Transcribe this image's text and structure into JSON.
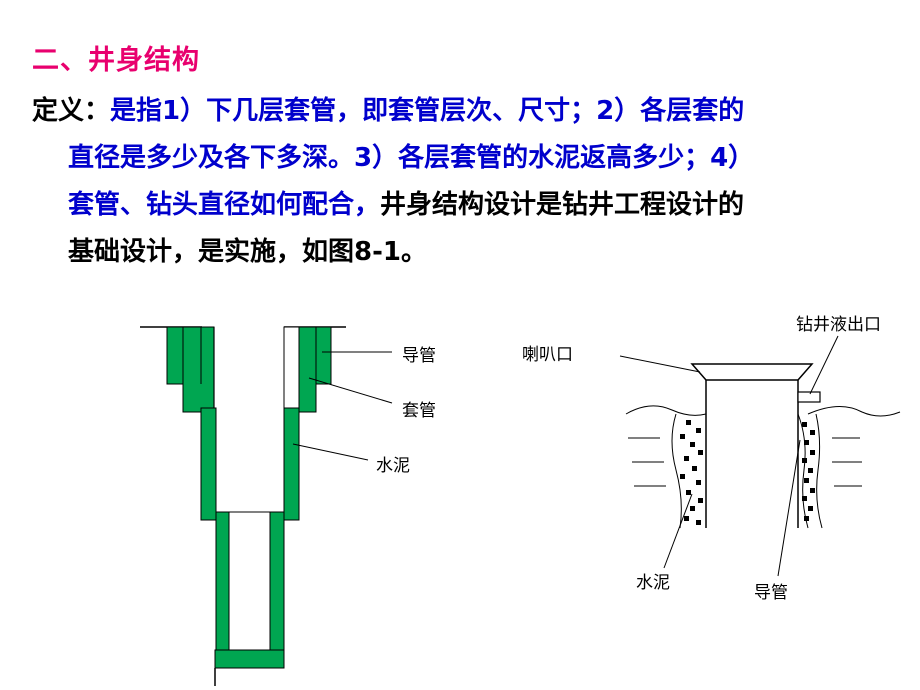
{
  "heading": "二、井身结构",
  "definition": {
    "label": "定义：",
    "line1_a": "是指1）下几层套管，即套管层次、尺寸；2）各层套的",
    "line2": "直径是多少及各下多深。3）各层套管的水泥返高多少；4）",
    "line3_a": "套管、钻头直径如何配合，",
    "line3_b": "井身结构设计是钻井工程设计的",
    "line4": "基础设计，是实施，如图8-1。"
  },
  "figure_left": {
    "label_conductor": "导管",
    "label_casing": "套管",
    "label_cement": "水泥",
    "colors": {
      "cement": "#00a651",
      "line": "#000000"
    }
  },
  "figure_right": {
    "label_bell": "喇叭口",
    "label_outlet": "钻井液出口",
    "label_cement": "水泥",
    "label_conductor": "导管"
  }
}
